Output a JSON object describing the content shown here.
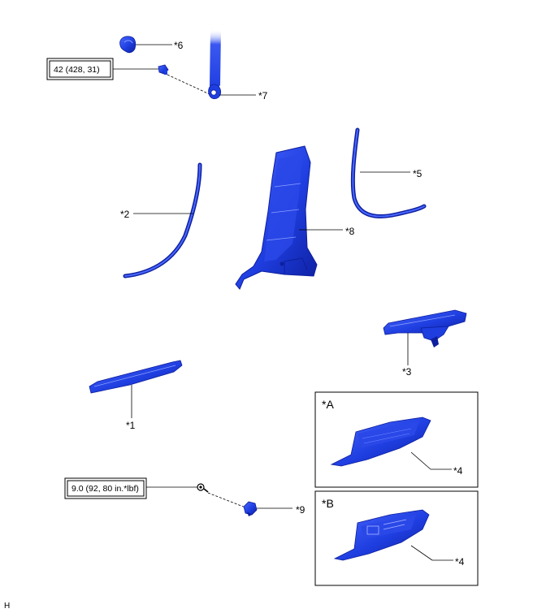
{
  "torque_specs": {
    "seatbelt_anchor": "42 (428, 31)",
    "trim_bolt": "9.0 (92, 80 in.*lbf)"
  },
  "callouts": {
    "p1": "*1",
    "p2": "*2",
    "p3": "*3",
    "p4a": "*4",
    "p4b": "*4",
    "p5": "*5",
    "p6": "*6",
    "p7": "*7",
    "p8": "*8",
    "p9": "*9"
  },
  "variants": {
    "a": "*A",
    "b": "*B"
  },
  "footer_code": "H",
  "colors": {
    "part_fill": "#1f3ee0",
    "part_dark": "#0d1f9e",
    "part_light": "#5b78ff",
    "line": "#000000"
  }
}
